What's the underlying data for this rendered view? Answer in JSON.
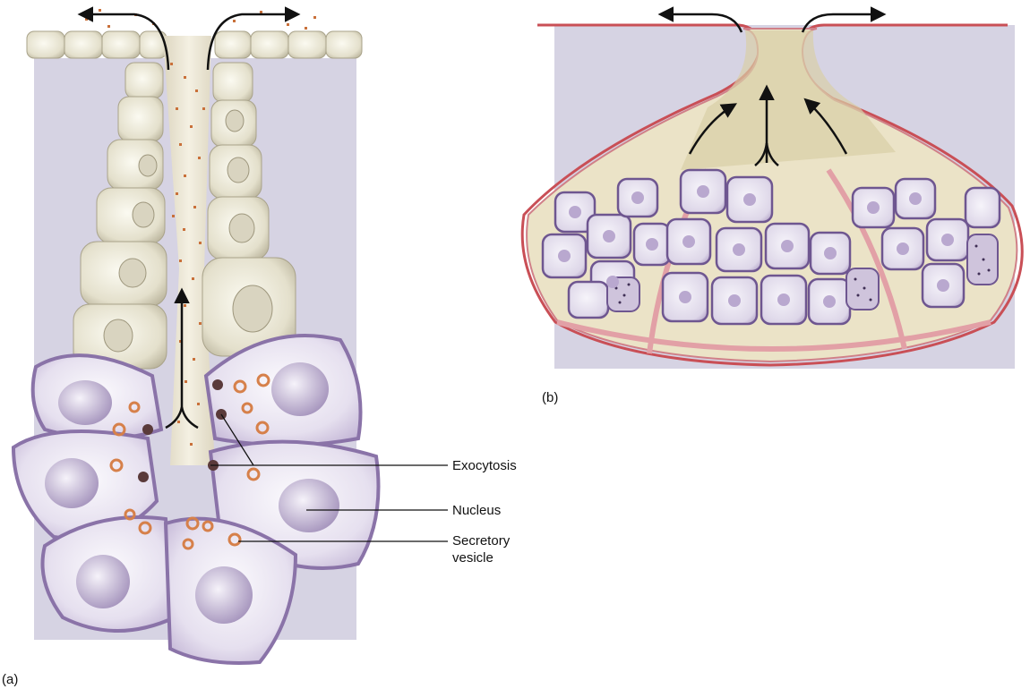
{
  "panel_a": {
    "caption": "(a)",
    "labels": {
      "exocytosis": "Exocytosis",
      "nucleus": "Nucleus",
      "secretory_line1": "Secretory",
      "secretory_line2": "vesicle"
    }
  },
  "panel_b": {
    "caption": "(b)"
  },
  "colors": {
    "background_panel": "#d6d3e3",
    "duct_cell": "#e9e6d6",
    "acinar_cell": "#e6e0ef",
    "cell_border": "#8a73a8",
    "secretion_dots": "#c9703a",
    "membrane": "#c94f56",
    "arrows": "#111111"
  }
}
